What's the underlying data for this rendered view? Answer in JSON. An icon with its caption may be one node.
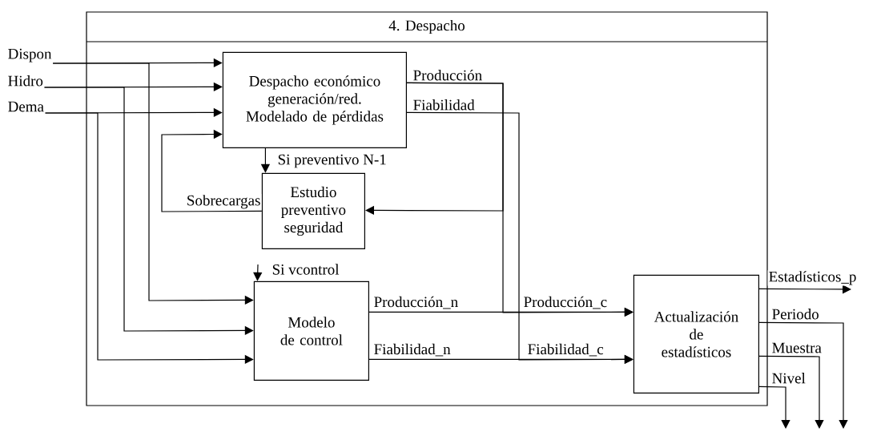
{
  "diagram": {
    "nodes": [
      {
        "text": [
          "4. Despacho"
        ]
      },
      {
        "text": [
          "Dispon"
        ]
      },
      {
        "text": [
          "Hidro"
        ]
      },
      {
        "text": [
          "Dema"
        ]
      },
      {
        "text": [
          "Despacho económico generación/red. Modelado de pérdidas"
        ],
        "in": 0
      },
      {
        "text": [
          "Estudio preventivo seguridad"
        ],
        "in": 0
      },
      {
        "text": [
          "Modelo de control"
        ],
        "in": 0
      },
      {
        "text": [
          "Actualización de estadísticos"
        ],
        "in": 0
      }
    ],
    "edges": [
      {
        "from": 1,
        "to": 4,
        "arrow": "to"
      },
      {
        "from": 1,
        "to": 6,
        "arrow": "to"
      },
      {
        "from": 2,
        "to": 4,
        "arrow": "to"
      },
      {
        "from": 2,
        "to": 6,
        "arrow": "to"
      },
      {
        "from": 3,
        "to": 4,
        "arrow": "to"
      },
      {
        "from": 3,
        "to": 6,
        "arrow": "to"
      },
      {
        "from": 5,
        "to": 4,
        "arrow": "to",
        "label": "Sobrecargas"
      },
      {
        "from": 4,
        "to": 5,
        "arrow": "to",
        "label": "Si preventivo N-1"
      },
      {
        "from": 4,
        "to": 7,
        "arrow": "to",
        "label": "Producción"
      },
      {
        "from": 4,
        "to": 5,
        "arrow": "to"
      },
      {
        "from": 4,
        "to": 7,
        "arrow": "to",
        "label": "Fiabilidad"
      },
      {
        "from": null,
        "to": 6,
        "arrow": "to",
        "label": "Si vcontrol"
      },
      {
        "from": 6,
        "to": 7,
        "arrow": "to",
        "label": "Producción_n"
      },
      {
        "from": 6,
        "to": 7,
        "arrow": "to",
        "label": "Fiabilidad_n"
      },
      {
        "from": 7,
        "to": null,
        "arrow": "to",
        "label": "Estadísticos_p"
      },
      {
        "from": 7,
        "to": null,
        "arrow": "to",
        "label": "Periodo"
      },
      {
        "from": 7,
        "to": null,
        "arrow": "to",
        "label": "Muestra"
      },
      {
        "from": 7,
        "to": null,
        "arrow": "to",
        "label": "Nivel"
      }
    ],
    "labels": [
      "Producción_c",
      "Fiabilidad_c"
    ]
  }
}
